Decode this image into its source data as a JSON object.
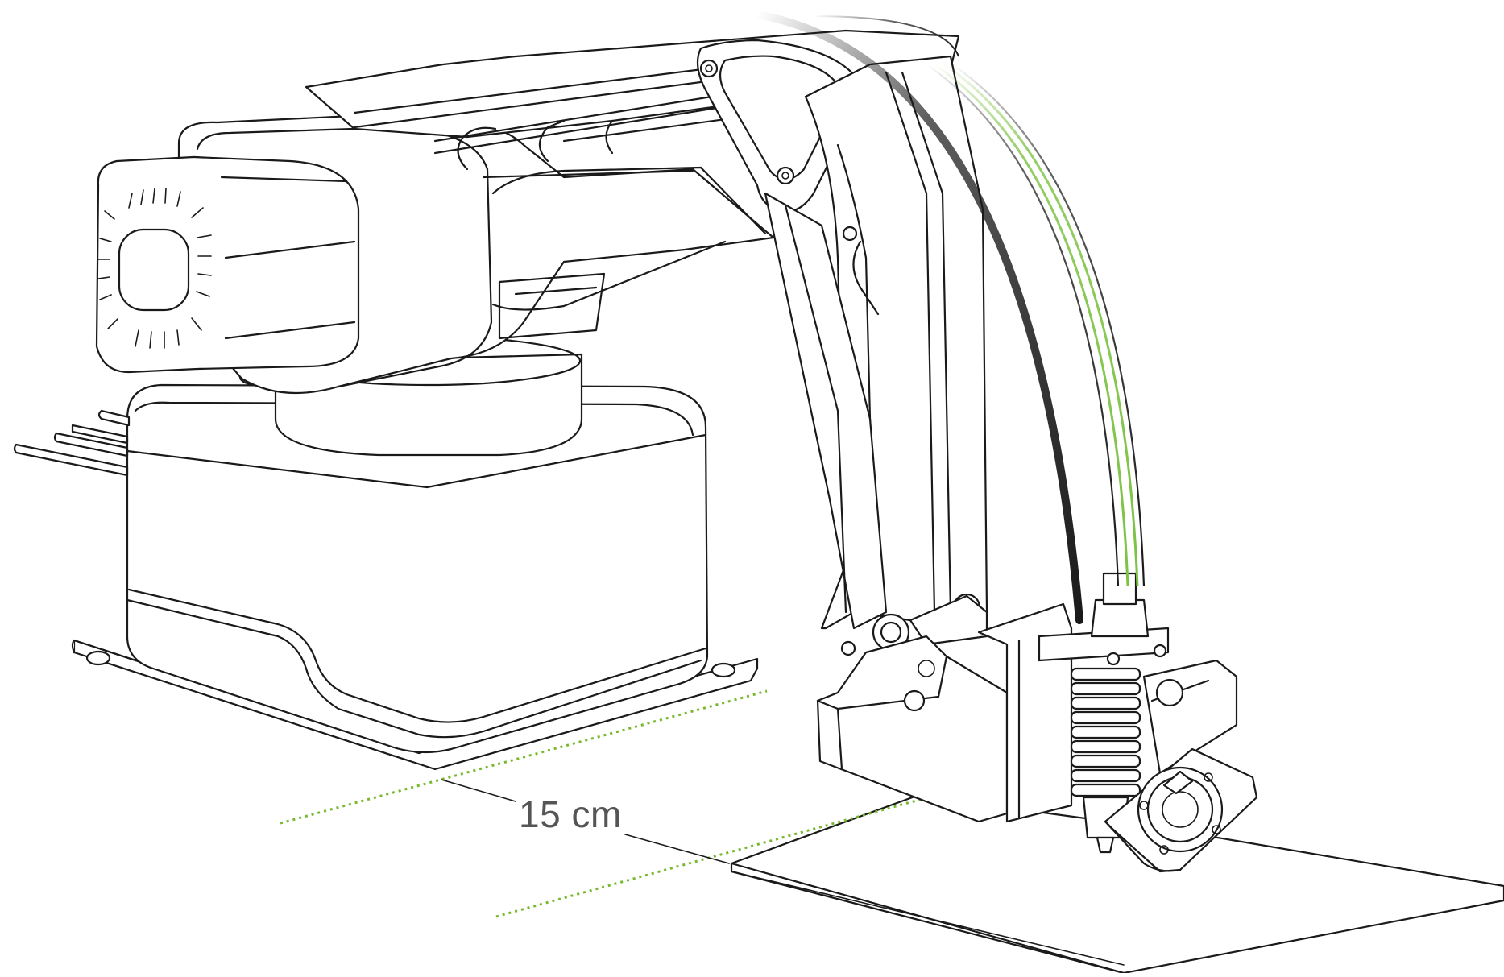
{
  "measurement": {
    "label": "15 cm"
  },
  "colors": {
    "line": "#1a1a1a",
    "accent_green": "#7cc243",
    "guide_green": "#78b82e",
    "label_grey": "#555555",
    "background": "#ffffff"
  },
  "icons": [
    "robot-arm-illustration",
    "nozzle-fan-icon",
    "dimension-line"
  ]
}
